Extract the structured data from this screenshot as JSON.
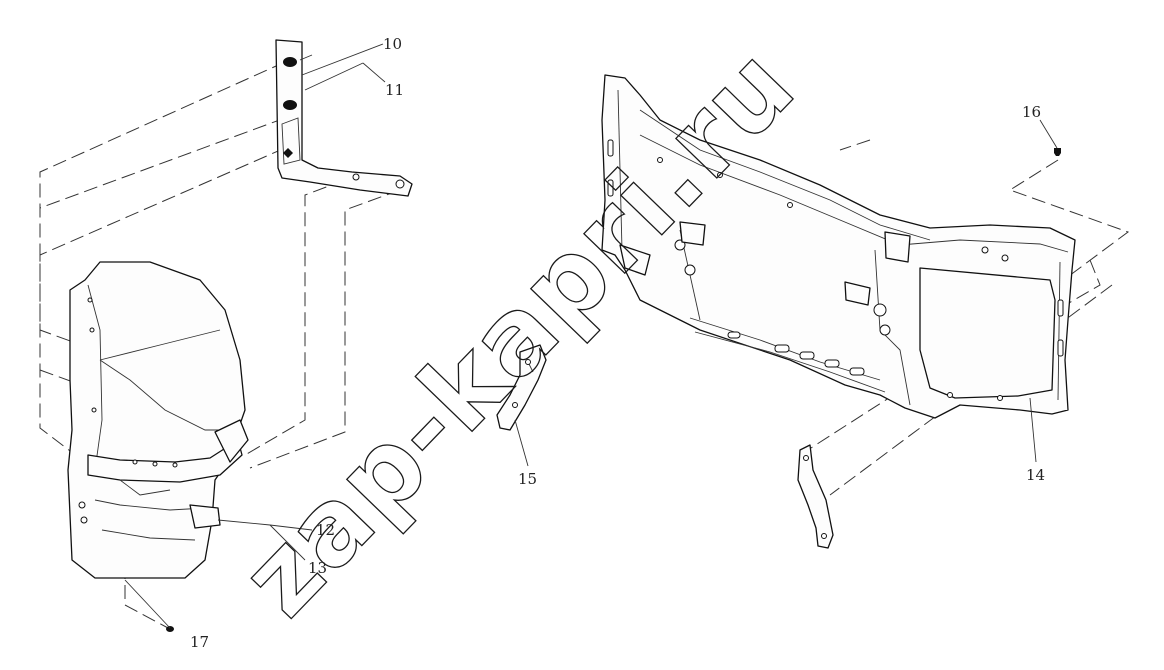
{
  "callouts": {
    "c10": "10",
    "c11": "11",
    "c12": "12",
    "c13": "13",
    "c14": "14",
    "c15": "15",
    "c16": "16",
    "c17": "17"
  },
  "watermark": {
    "text": "zap-kapri.ru"
  },
  "colors": {
    "line": "#111111",
    "background": "#ffffff"
  }
}
